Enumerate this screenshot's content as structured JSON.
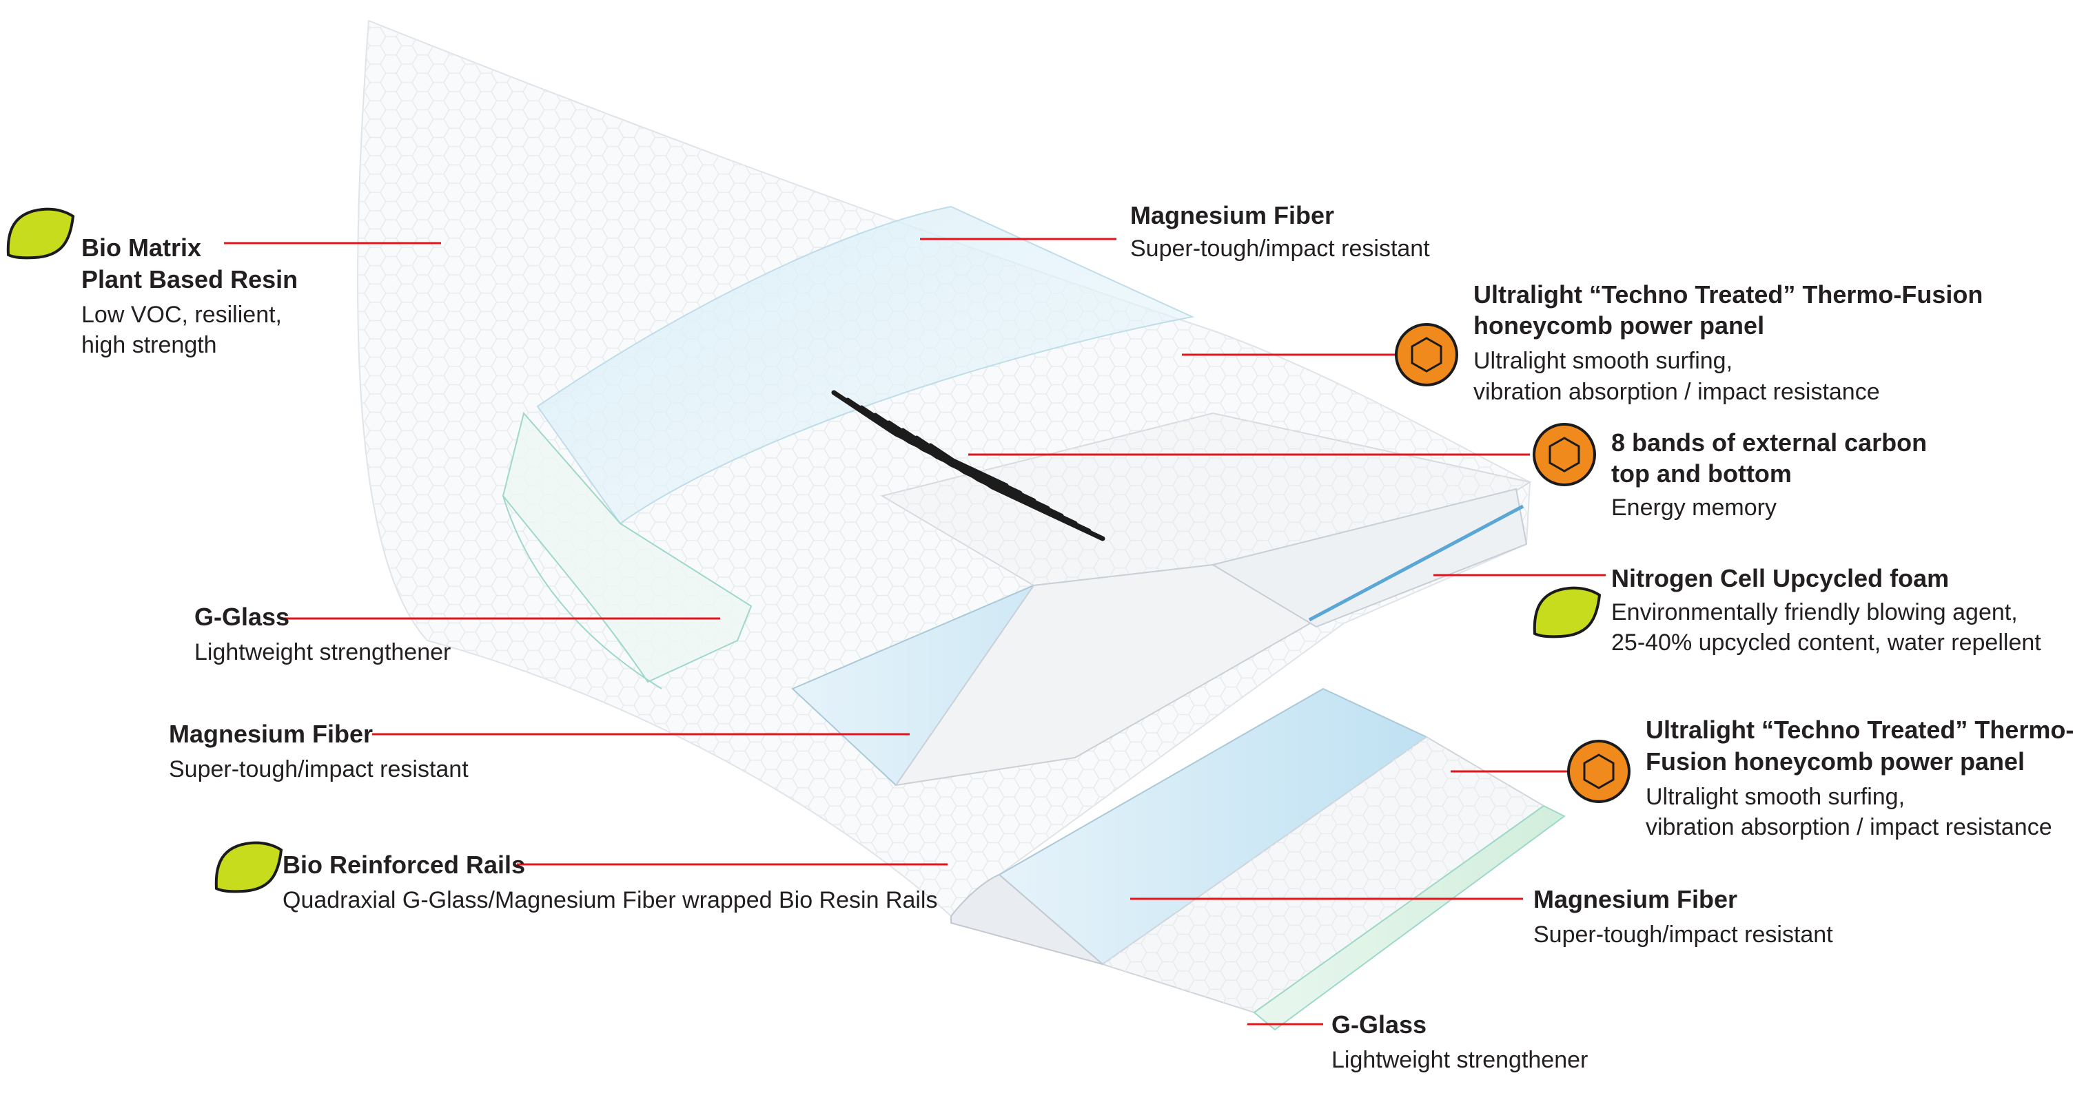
{
  "diagram": {
    "colors": {
      "leader": "#e3141b",
      "leaf_icon": "#c8dc1e",
      "hex_icon": "#f08a1c",
      "text": "#231f20",
      "glass_tint": "#c9e6f3",
      "carbon": "#1c1c1c"
    },
    "icons": {
      "leaf": "leaf-icon",
      "hex": "hexagon-badge-icon"
    },
    "labels": [
      {
        "id": "bio-matrix",
        "icon": "leaf",
        "title_lines": [
          "Bio Matrix",
          "Plant Based Resin"
        ],
        "desc_lines": [
          "Low VOC, resilient,",
          "high strength"
        ]
      },
      {
        "id": "magnesium-fiber-top",
        "icon": "",
        "title_lines": [
          "Magnesium Fiber"
        ],
        "desc_lines": [
          "Super-tough/impact resistant"
        ]
      },
      {
        "id": "thermo-fusion-top",
        "icon": "hex",
        "title_lines": [
          "Ultralight “Techno Treated” Thermo-Fusion",
          "honeycomb power panel"
        ],
        "desc_lines": [
          "Ultralight smooth surfing,",
          "vibration absorption / impact resistance"
        ]
      },
      {
        "id": "carbon-bands",
        "icon": "hex",
        "title_lines": [
          "8 bands of external carbon",
          "top and bottom"
        ],
        "desc_lines": [
          "Energy memory"
        ]
      },
      {
        "id": "nitrogen-foam",
        "icon": "leaf",
        "title_lines": [
          "Nitrogen Cell Upcycled foam"
        ],
        "desc_lines": [
          "Environmentally friendly blowing agent,",
          "25-40% upcycled content, water repellent"
        ]
      },
      {
        "id": "g-glass-top",
        "icon": "",
        "title_lines": [
          "G-Glass"
        ],
        "desc_lines": [
          "Lightweight strengthener"
        ]
      },
      {
        "id": "magnesium-fiber-mid",
        "icon": "",
        "title_lines": [
          "Magnesium Fiber"
        ],
        "desc_lines": [
          "Super-tough/impact resistant"
        ]
      },
      {
        "id": "thermo-fusion-bottom",
        "icon": "hex",
        "title_lines": [
          "Ultralight “Techno Treated”  Thermo-",
          "Fusion honeycomb power panel"
        ],
        "desc_lines": [
          "Ultralight smooth surfing,",
          "vibration absorption / impact resistance"
        ]
      },
      {
        "id": "bio-rails",
        "icon": "leaf",
        "title_lines": [
          "Bio Reinforced Rails"
        ],
        "desc_lines": [
          "Quadraxial G-Glass/Magnesium Fiber wrapped Bio Resin Rails"
        ]
      },
      {
        "id": "magnesium-fiber-bottom",
        "icon": "",
        "title_lines": [
          "Magnesium Fiber"
        ],
        "desc_lines": [
          "Super-tough/impact resistant"
        ]
      },
      {
        "id": "g-glass-bottom",
        "icon": "",
        "title_lines": [
          "G-Glass"
        ],
        "desc_lines": [
          "Lightweight strengthener"
        ]
      }
    ]
  }
}
